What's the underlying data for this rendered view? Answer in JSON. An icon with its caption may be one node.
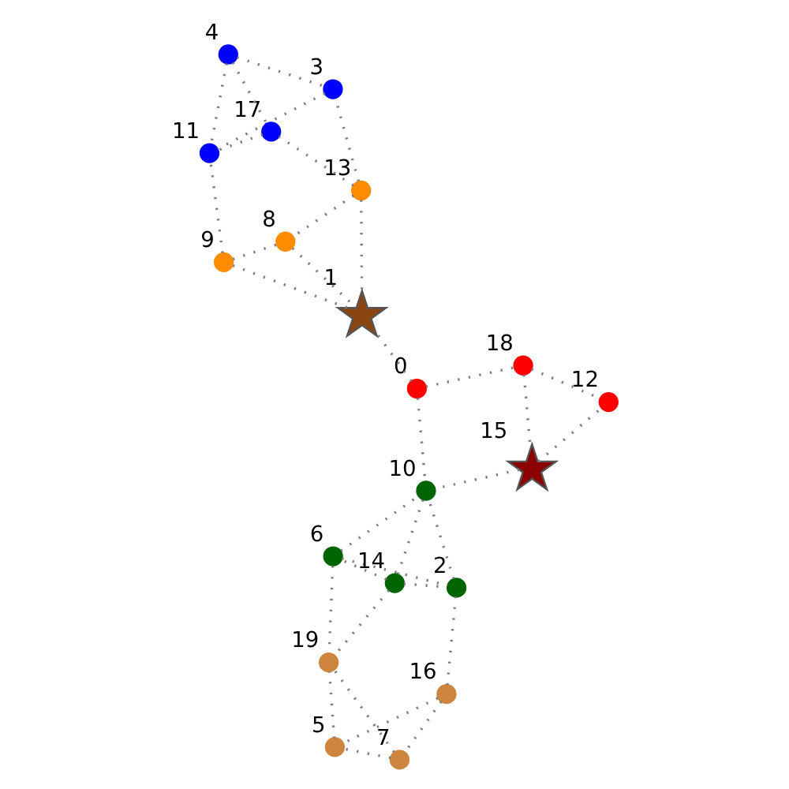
{
  "diagram": {
    "nodes": [
      {
        "text": [
          "0"
        ]
      },
      {
        "text": [
          "1"
        ]
      },
      {
        "text": [
          "2"
        ]
      },
      {
        "text": [
          "3"
        ]
      },
      {
        "text": [
          "4"
        ]
      },
      {
        "text": [
          "5"
        ]
      },
      {
        "text": [
          "6"
        ]
      },
      {
        "text": [
          "7"
        ]
      },
      {
        "text": [
          "8"
        ]
      },
      {
        "text": [
          "9"
        ]
      },
      {
        "text": [
          "10"
        ]
      },
      {
        "text": [
          "11"
        ]
      },
      {
        "text": [
          "12"
        ]
      },
      {
        "text": [
          "13"
        ]
      },
      {
        "text": [
          "14"
        ]
      },
      {
        "text": [
          "15"
        ]
      },
      {
        "text": [
          "16"
        ]
      },
      {
        "text": [
          "17"
        ]
      },
      {
        "text": [
          "18"
        ]
      },
      {
        "text": [
          "19"
        ]
      }
    ],
    "edges": [
      {
        "from": 16,
        "to": 7,
        "arrow": "none",
        "style": "dashed"
      },
      {
        "from": 16,
        "to": 5,
        "arrow": "none",
        "style": "dashed"
      },
      {
        "from": 7,
        "to": 5,
        "arrow": "none",
        "style": "dashed"
      },
      {
        "from": 16,
        "to": 2,
        "arrow": "none",
        "style": "dashed"
      },
      {
        "from": 7,
        "to": 19,
        "arrow": "none",
        "style": "dashed"
      },
      {
        "from": 5,
        "to": 19,
        "arrow": "none",
        "style": "dashed"
      },
      {
        "from": 14,
        "to": 2,
        "arrow": "none",
        "style": "dashed"
      },
      {
        "from": 14,
        "to": 19,
        "arrow": "none",
        "style": "dashed"
      },
      {
        "from": 14,
        "to": 6,
        "arrow": "none",
        "style": "dashed"
      },
      {
        "from": 14,
        "to": 10,
        "arrow": "none",
        "style": "dashed"
      },
      {
        "from": 6,
        "to": 10,
        "arrow": "none",
        "style": "dashed"
      },
      {
        "from": 6,
        "to": 2,
        "arrow": "none",
        "style": "dashed"
      },
      {
        "from": 6,
        "to": 19,
        "arrow": "none",
        "style": "dashed"
      },
      {
        "from": 2,
        "to": 10,
        "arrow": "none",
        "style": "dashed"
      },
      {
        "from": 0,
        "to": 10,
        "arrow": "none",
        "style": "dashed"
      },
      {
        "from": 0,
        "to": 18,
        "arrow": "none",
        "style": "dashed"
      },
      {
        "from": 0,
        "to": 1,
        "arrow": "none",
        "style": "dashed"
      },
      {
        "from": 18,
        "to": 12,
        "arrow": "none",
        "style": "dashed"
      },
      {
        "from": 18,
        "to": 15,
        "arrow": "none",
        "style": "dashed"
      },
      {
        "from": 15,
        "to": 10,
        "arrow": "none",
        "style": "dashed"
      },
      {
        "from": 15,
        "to": 12,
        "arrow": "none",
        "style": "dashed"
      },
      {
        "from": 9,
        "to": 1,
        "arrow": "none",
        "style": "dashed"
      },
      {
        "from": 4,
        "to": 3,
        "arrow": "none",
        "style": "dashed"
      },
      {
        "from": 4,
        "to": 11,
        "arrow": "none",
        "style": "dashed"
      },
      {
        "from": 4,
        "to": 17,
        "arrow": "none",
        "style": "dashed"
      },
      {
        "from": 9,
        "to": 8,
        "arrow": "none",
        "style": "dashed"
      },
      {
        "from": 9,
        "to": 11,
        "arrow": "none",
        "style": "dashed"
      },
      {
        "from": 13,
        "to": 8,
        "arrow": "none",
        "style": "dashed"
      },
      {
        "from": 13,
        "to": 1,
        "arrow": "none",
        "style": "dashed"
      },
      {
        "from": 13,
        "to": 3,
        "arrow": "none",
        "style": "dashed"
      },
      {
        "from": 17,
        "to": 13,
        "arrow": "none",
        "style": "dashed"
      },
      {
        "from": 17,
        "to": 11,
        "arrow": "none",
        "style": "dashed"
      },
      {
        "from": 3,
        "to": 11,
        "arrow": "none",
        "style": "dashed"
      },
      {
        "from": 8,
        "to": 1,
        "arrow": "none",
        "style": "dashed"
      }
    ]
  }
}
